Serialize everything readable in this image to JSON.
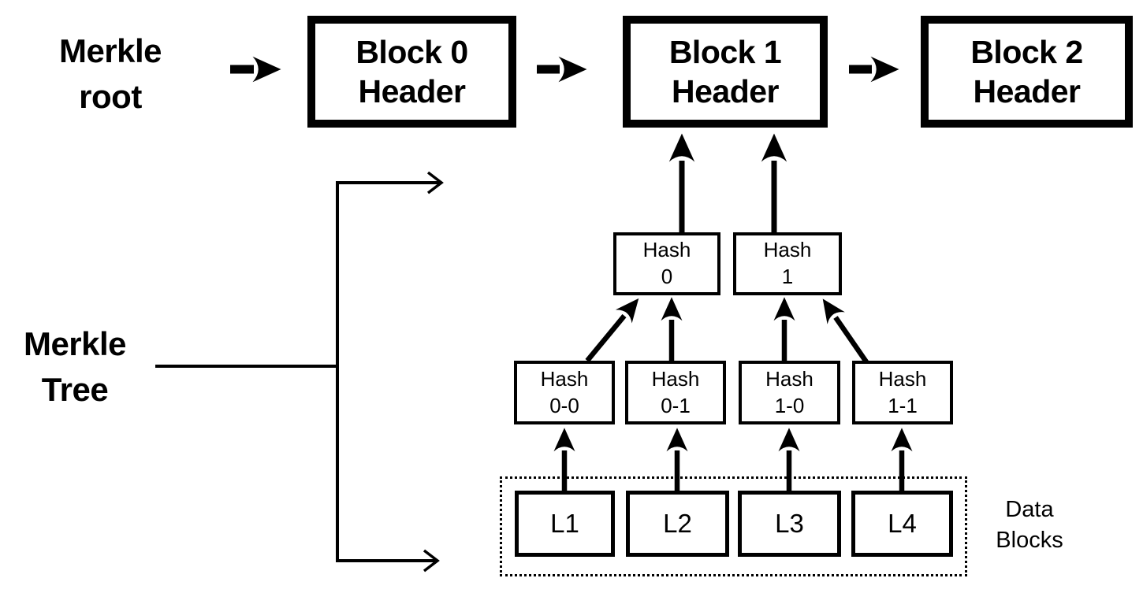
{
  "diagram": {
    "title_hint": "Merkle tree and block header chain diagram",
    "labels": {
      "merkle_root": {
        "line1": "Merkle",
        "line2": "root"
      },
      "merkle_tree": {
        "line1": "Merkle",
        "line2": "Tree"
      },
      "data_blocks": {
        "line1": "Data",
        "line2": "Blocks"
      }
    },
    "blocks": [
      {
        "line1": "Block 0",
        "line2": "Header"
      },
      {
        "line1": "Block 1",
        "line2": "Header"
      },
      {
        "line1": "Block 2",
        "line2": "Header"
      }
    ],
    "hash_level_1": [
      {
        "line1": "Hash",
        "line2": "0"
      },
      {
        "line1": "Hash",
        "line2": "1"
      }
    ],
    "hash_level_2": [
      {
        "line1": "Hash",
        "line2": "0-0"
      },
      {
        "line1": "Hash",
        "line2": "0-1"
      },
      {
        "line1": "Hash",
        "line2": "1-0"
      },
      {
        "line1": "Hash",
        "line2": "1-1"
      }
    ],
    "leaves": [
      {
        "label": "L1"
      },
      {
        "label": "L2"
      },
      {
        "label": "L3"
      },
      {
        "label": "L4"
      }
    ],
    "colors": {
      "ink": "#000000",
      "bg": "#ffffff"
    }
  }
}
